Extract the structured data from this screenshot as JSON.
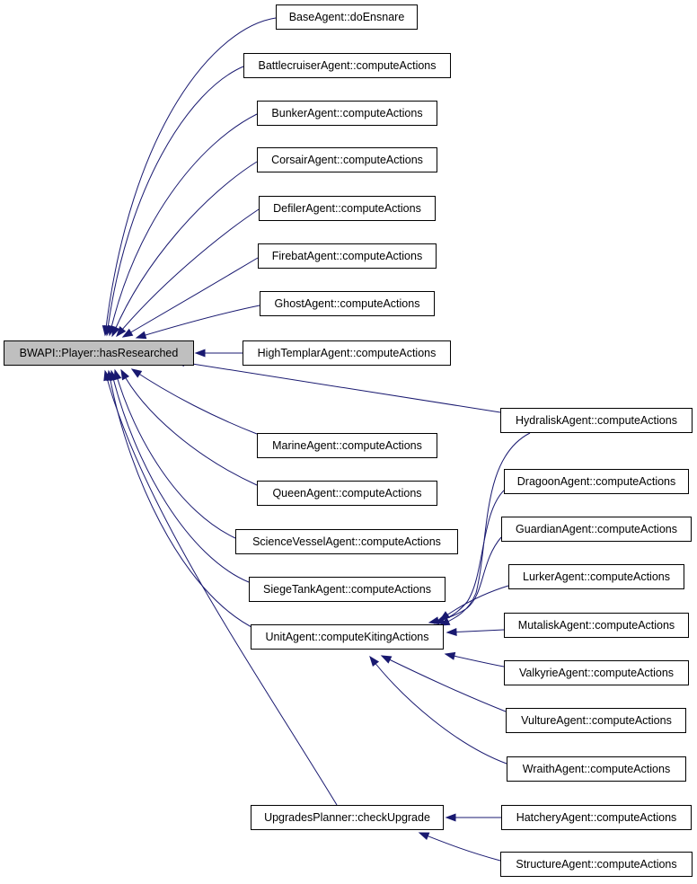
{
  "focus_node": "BWAPI::Player::hasResearched",
  "nodes": {
    "hasResearched": "BWAPI::Player::hasResearched",
    "baseEnsnare": "BaseAgent::doEnsnare",
    "battlecruiser": "BattlecruiserAgent::computeActions",
    "bunker": "BunkerAgent::computeActions",
    "corsair": "CorsairAgent::computeActions",
    "defiler": "DefilerAgent::computeActions",
    "firebat": "FirebatAgent::computeActions",
    "ghost": "GhostAgent::computeActions",
    "highTemplar": "HighTemplarAgent::computeActions",
    "hydralisk": "HydraliskAgent::computeActions",
    "marine": "MarineAgent::computeActions",
    "queen": "QueenAgent::computeActions",
    "scienceVessel": "ScienceVesselAgent::computeActions",
    "siegeTank": "SiegeTankAgent::computeActions",
    "unitKiting": "UnitAgent::computeKitingActions",
    "dragoon": "DragoonAgent::computeActions",
    "guardian": "GuardianAgent::computeActions",
    "lurker": "LurkerAgent::computeActions",
    "mutalisk": "MutaliskAgent::computeActions",
    "valkyrie": "ValkyrieAgent::computeActions",
    "vulture": "VultureAgent::computeActions",
    "wraith": "WraithAgent::computeActions",
    "upgradesCheck": "UpgradesPlanner::checkUpgrade",
    "hatchery": "HatcheryAgent::computeActions",
    "structure": "StructureAgent::computeActions"
  },
  "edges": [
    [
      "baseEnsnare",
      "hasResearched"
    ],
    [
      "battlecruiser",
      "hasResearched"
    ],
    [
      "bunker",
      "hasResearched"
    ],
    [
      "corsair",
      "hasResearched"
    ],
    [
      "defiler",
      "hasResearched"
    ],
    [
      "firebat",
      "hasResearched"
    ],
    [
      "ghost",
      "hasResearched"
    ],
    [
      "highTemplar",
      "hasResearched"
    ],
    [
      "hydralisk",
      "hasResearched"
    ],
    [
      "marine",
      "hasResearched"
    ],
    [
      "queen",
      "hasResearched"
    ],
    [
      "scienceVessel",
      "hasResearched"
    ],
    [
      "siegeTank",
      "hasResearched"
    ],
    [
      "unitKiting",
      "hasResearched"
    ],
    [
      "upgradesCheck",
      "hasResearched"
    ],
    [
      "hydralisk",
      "unitKiting"
    ],
    [
      "dragoon",
      "unitKiting"
    ],
    [
      "guardian",
      "unitKiting"
    ],
    [
      "lurker",
      "unitKiting"
    ],
    [
      "mutalisk",
      "unitKiting"
    ],
    [
      "valkyrie",
      "unitKiting"
    ],
    [
      "vulture",
      "unitKiting"
    ],
    [
      "wraith",
      "unitKiting"
    ],
    [
      "hatchery",
      "upgradesCheck"
    ],
    [
      "structure",
      "upgradesCheck"
    ]
  ],
  "colors": {
    "edge": "#191970",
    "focus_fill": "#bfbfbf",
    "node_fill": "#ffffff"
  }
}
